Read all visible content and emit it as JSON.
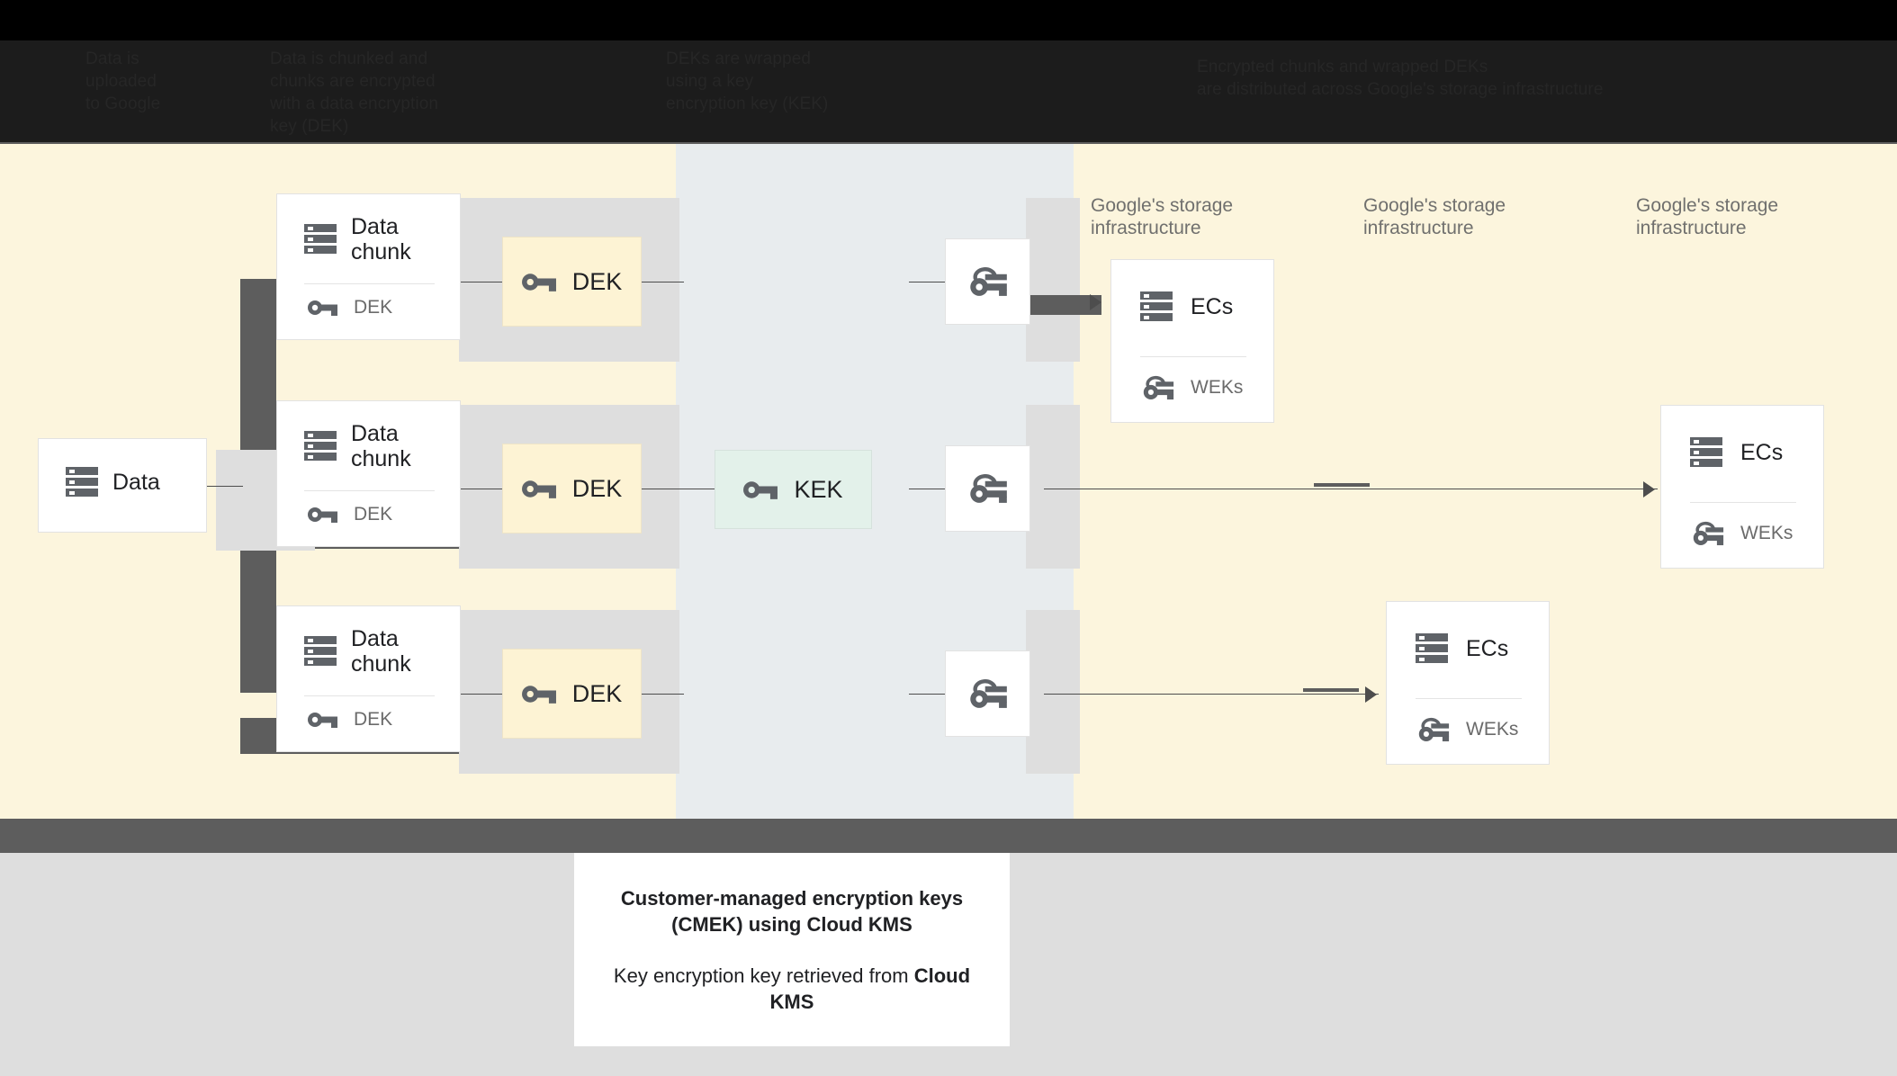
{
  "header": {
    "columns": [
      {
        "text": "Data is\nuploaded\nto Google"
      },
      {
        "text": "Data is chunked and\nchunks are encrypted\nwith a data encryption\nkey (DEK)"
      },
      {
        "text": "DEKs are wrapped\nusing a key\nencryption key (KEK)"
      },
      {
        "text": "Encrypted chunks and wrapped DEKs\nare distributed across Google's storage infrastructure"
      }
    ]
  },
  "diagram": {
    "source_card": {
      "title": "Data",
      "icon": "database-icon"
    },
    "chunk_cards": [
      {
        "title": "Data chunk",
        "key_label": "DEK",
        "icon": "database-icon",
        "key_icon": "key-icon"
      },
      {
        "title": "Data chunk",
        "key_label": "DEK",
        "icon": "database-icon",
        "key_icon": "key-icon"
      },
      {
        "title": "Data chunk",
        "key_label": "DEK",
        "icon": "database-icon",
        "key_icon": "key-icon"
      }
    ],
    "dek_tiles": [
      {
        "label": "DEK",
        "icon": "key-icon"
      },
      {
        "label": "DEK",
        "icon": "key-icon"
      },
      {
        "label": "DEK",
        "icon": "key-icon"
      }
    ],
    "kek_tile": {
      "label": "KEK",
      "icon": "key-icon"
    },
    "wrapped_keys": [
      {
        "icon": "wrapped-key-icon"
      },
      {
        "icon": "wrapped-key-icon"
      },
      {
        "icon": "wrapped-key-icon"
      }
    ],
    "infra_labels": [
      {
        "text": "Google's storage\ninfrastructure"
      },
      {
        "text": "Google's storage\ninfrastructure"
      },
      {
        "text": "Google's storage\ninfrastructure"
      }
    ],
    "ec_cards": [
      {
        "title": "ECs",
        "key_label": "WEKs",
        "icon": "database-icon",
        "key_icon": "wrapped-key-icon"
      },
      {
        "title": "ECs",
        "key_label": "WEKs",
        "icon": "database-icon",
        "key_icon": "wrapped-key-icon"
      },
      {
        "title": "ECs",
        "key_label": "WEKs",
        "icon": "database-icon",
        "key_icon": "wrapped-key-icon"
      }
    ]
  },
  "caption": {
    "title": "Customer-managed encryption keys (CMEK) using Cloud KMS",
    "subtitle_prefix": "Key encryption key retrieved from ",
    "subtitle_strong": "Cloud KMS"
  },
  "colors": {
    "cream": "#fcf5dd",
    "blue_grey": "#e8ecee",
    "dek_tile": "#fdf3d4",
    "kek_tile": "#e3f1ea",
    "dark_bar": "#5d5d5d",
    "shadow_block": "#dedede",
    "icon_grey": "#5f6368",
    "text_dark": "#202124",
    "text_muted": "#70706e"
  }
}
